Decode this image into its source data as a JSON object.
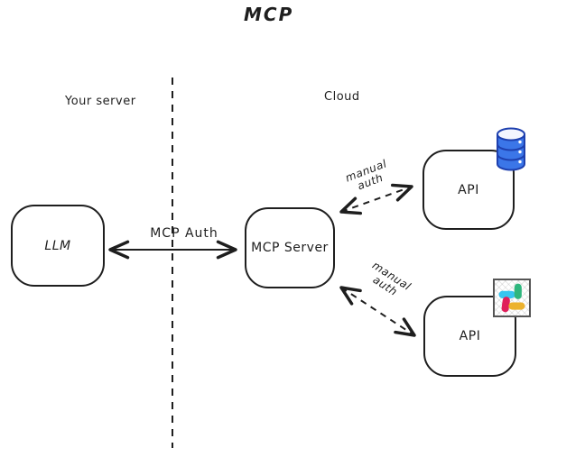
{
  "title": "MCP",
  "zones": {
    "left": "Your server",
    "right": "Cloud"
  },
  "nodes": {
    "llm": {
      "label": "LLM"
    },
    "mcp_server": {
      "label": "MCP Server"
    },
    "api_database": {
      "label": "API",
      "icon": "database-icon"
    },
    "api_slack": {
      "label": "API",
      "icon": "slack-icon"
    }
  },
  "edges": {
    "mcp_auth": {
      "label": "MCP Auth",
      "style": "solid",
      "bidirectional": true
    },
    "manual_auth_top": {
      "word1": "manual",
      "word2": "auth",
      "style": "dashed",
      "bidirectional": true
    },
    "manual_auth_bottom": {
      "word1": "manual",
      "word2": "auth",
      "style": "dashed",
      "bidirectional": true
    }
  },
  "colors": {
    "stroke": "#1e1e1e",
    "db_blue": "#3b76e8",
    "db_blue_dark": "#1e40af",
    "slack_blue": "#36C5F0",
    "slack_green": "#2EB67D",
    "slack_red": "#E01E5A",
    "slack_yellow": "#ECB22E"
  }
}
